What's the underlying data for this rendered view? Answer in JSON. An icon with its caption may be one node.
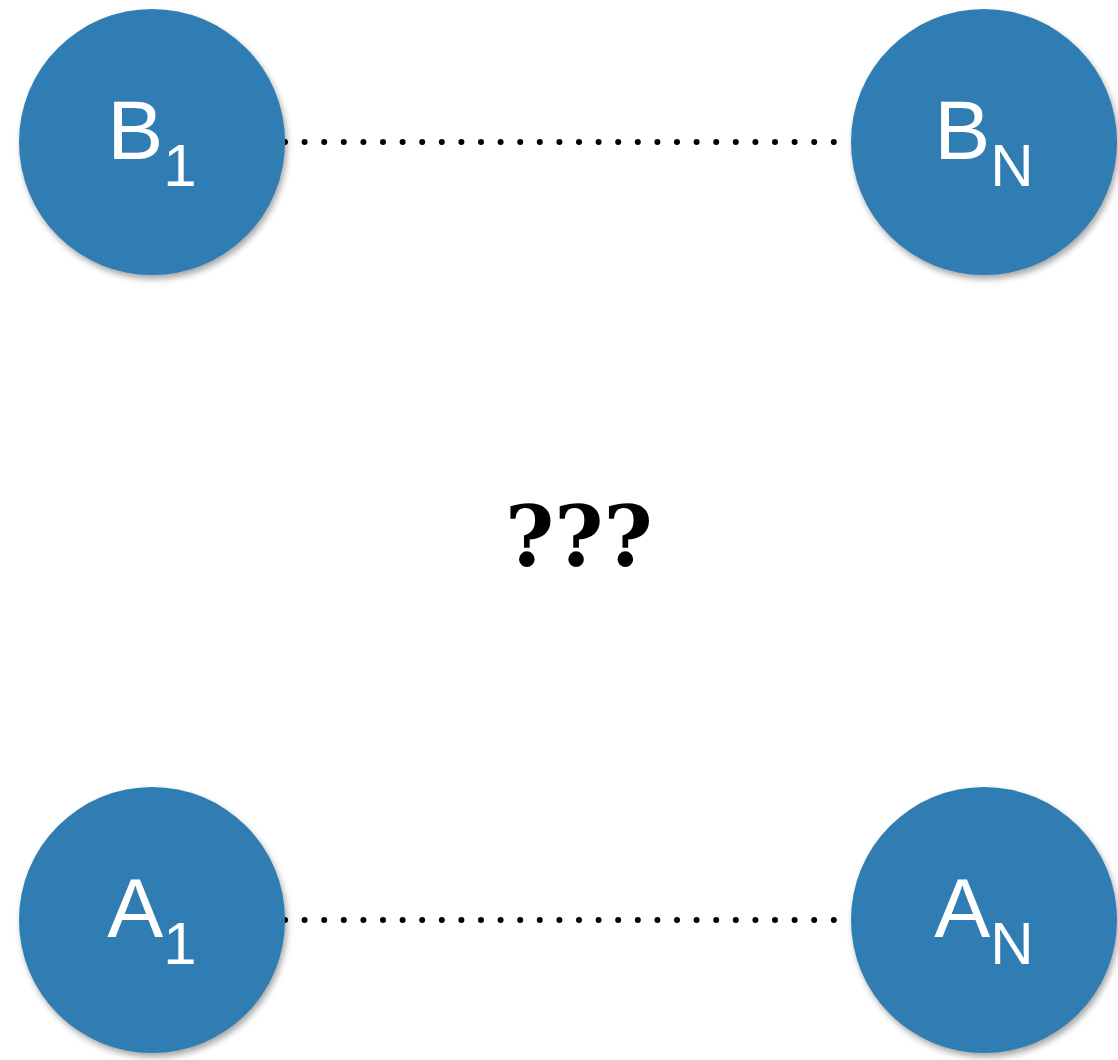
{
  "diagram": {
    "nodes": [
      {
        "text": [
          "B$_{1}$"
        ]
      },
      {
        "text": [
          "B$_{N}$"
        ]
      },
      {
        "text": [
          "A$_{1}$"
        ]
      },
      {
        "text": [
          "A$_{N}$"
        ]
      }
    ],
    "edges": [
      {
        "from": 0,
        "to": 1,
        "arrow": "none",
        "style": "dashed"
      },
      {
        "from": 2,
        "to": 3,
        "arrow": "none",
        "style": "dashed"
      }
    ],
    "labels": [
      "???"
    ]
  }
}
